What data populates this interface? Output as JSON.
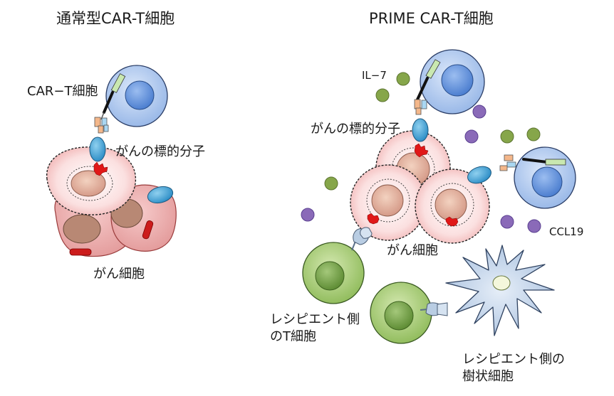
{
  "left_panel": {
    "title": "通常型CAR-T細胞",
    "car_t_label": "CAR−T細胞",
    "target_label": "がんの標的分子",
    "cancer_label": "がん細胞"
  },
  "right_panel": {
    "title": "PRIME CAR-T細胞",
    "il7_label": "IL−7",
    "target_label": "がんの標的分子",
    "ccl19_label": "CCL19",
    "cancer_label": "がん細胞",
    "recipient_t_label_line1": "レシピエント側",
    "recipient_t_label_line2": "のT細胞",
    "dendritic_label_line1": "レシピエント側の",
    "dendritic_label_line2": "樹状細胞"
  },
  "colors": {
    "car_t_cell": "#a9c6ee",
    "cancer_cell_pink": "#f2b3b3",
    "target_molecule": "#3fa3d6",
    "il7_dot": "#86a64a",
    "ccl19_dot": "#8a6ab8",
    "recipient_t_cell": "#a8cc74",
    "dendritic_cell": "#b8cde4"
  }
}
